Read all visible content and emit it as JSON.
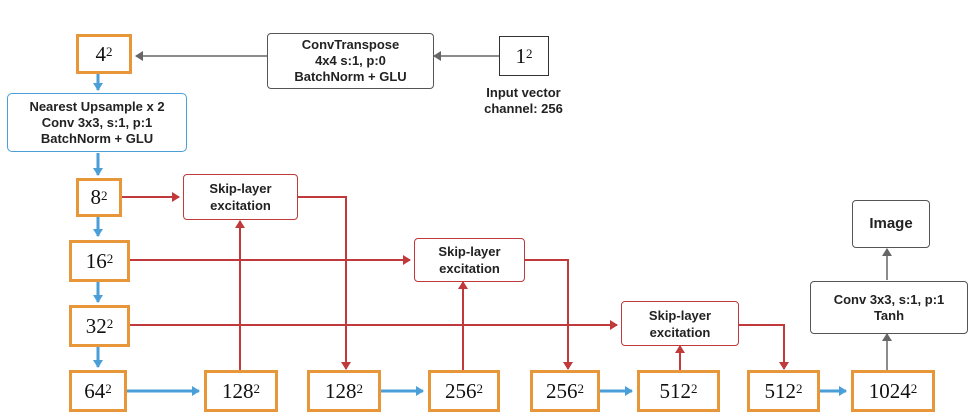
{
  "input": {
    "base": "1",
    "exp": "2",
    "caption_line1": "Input vector",
    "caption_line2": "channel: 256"
  },
  "convtranspose": {
    "line1": "ConvTranspose",
    "line2": "4x4 s:1, p:0",
    "line3": "BatchNorm + GLU"
  },
  "upsample_block": {
    "line1": "Nearest Upsample x 2",
    "line2": "Conv 3x3, s:1, p:1",
    "line3": "BatchNorm + GLU"
  },
  "feature_maps": {
    "f4": {
      "base": "4",
      "exp": "2"
    },
    "f8": {
      "base": "8",
      "exp": "2"
    },
    "f16": {
      "base": "16",
      "exp": "2"
    },
    "f32": {
      "base": "32",
      "exp": "2"
    },
    "f64": {
      "base": "64",
      "exp": "2"
    },
    "f128a": {
      "base": "128",
      "exp": "2"
    },
    "f128b": {
      "base": "128",
      "exp": "2"
    },
    "f256a": {
      "base": "256",
      "exp": "2"
    },
    "f256b": {
      "base": "256",
      "exp": "2"
    },
    "f512a": {
      "base": "512",
      "exp": "2"
    },
    "f512b": {
      "base": "512",
      "exp": "2"
    },
    "f1024": {
      "base": "1024",
      "exp": "2"
    }
  },
  "sle": {
    "line1": "Skip-layer",
    "line2": "excitation"
  },
  "final_conv": {
    "line1": "Conv 3x3, s:1, p:1",
    "line2": "Tanh"
  },
  "output": {
    "label": "Image"
  },
  "colors": {
    "feature_map_border": "#e8963a",
    "skip_line": "#c0393b",
    "upsample_arrow": "#4a9fd8",
    "neutral_arrow": "#666666"
  }
}
